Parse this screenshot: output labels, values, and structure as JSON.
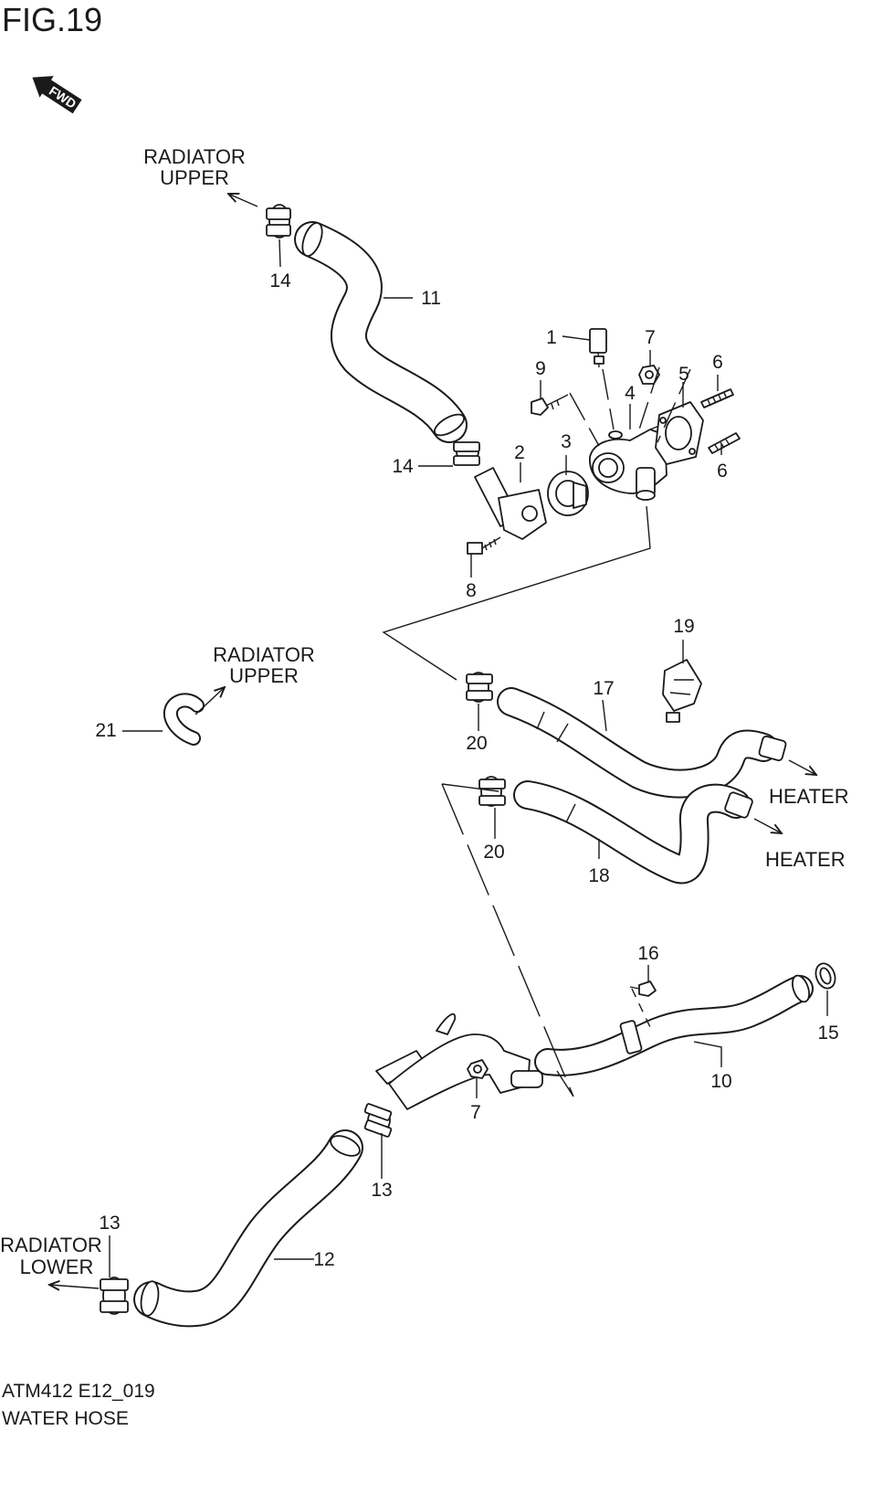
{
  "figure": {
    "title": "FIG.19",
    "code": "ATM412 E12_019",
    "name": "WATER HOSE",
    "direction_badge": "FWD"
  },
  "destinations": {
    "radiator_upper_top": [
      "RADIATOR",
      "UPPER"
    ],
    "radiator_upper_mid": [
      "RADIATOR",
      "UPPER"
    ],
    "radiator_lower": [
      "RADIATOR",
      "LOWER"
    ],
    "heater_1": "HEATER",
    "heater_2": "HEATER"
  },
  "callouts": {
    "p1": "1",
    "p2": "2",
    "p3": "3",
    "p4": "4",
    "p5": "5",
    "p6a": "6",
    "p6b": "6",
    "p7a": "7",
    "p7b": "7",
    "p8": "8",
    "p9": "9",
    "p10": "10",
    "p11": "11",
    "p12": "12",
    "p13a": "13",
    "p13b": "13",
    "p14a": "14",
    "p14b": "14",
    "p15": "15",
    "p16": "16",
    "p17": "17",
    "p18": "18",
    "p19": "19",
    "p20a": "20",
    "p20b": "20",
    "p21": "21"
  }
}
